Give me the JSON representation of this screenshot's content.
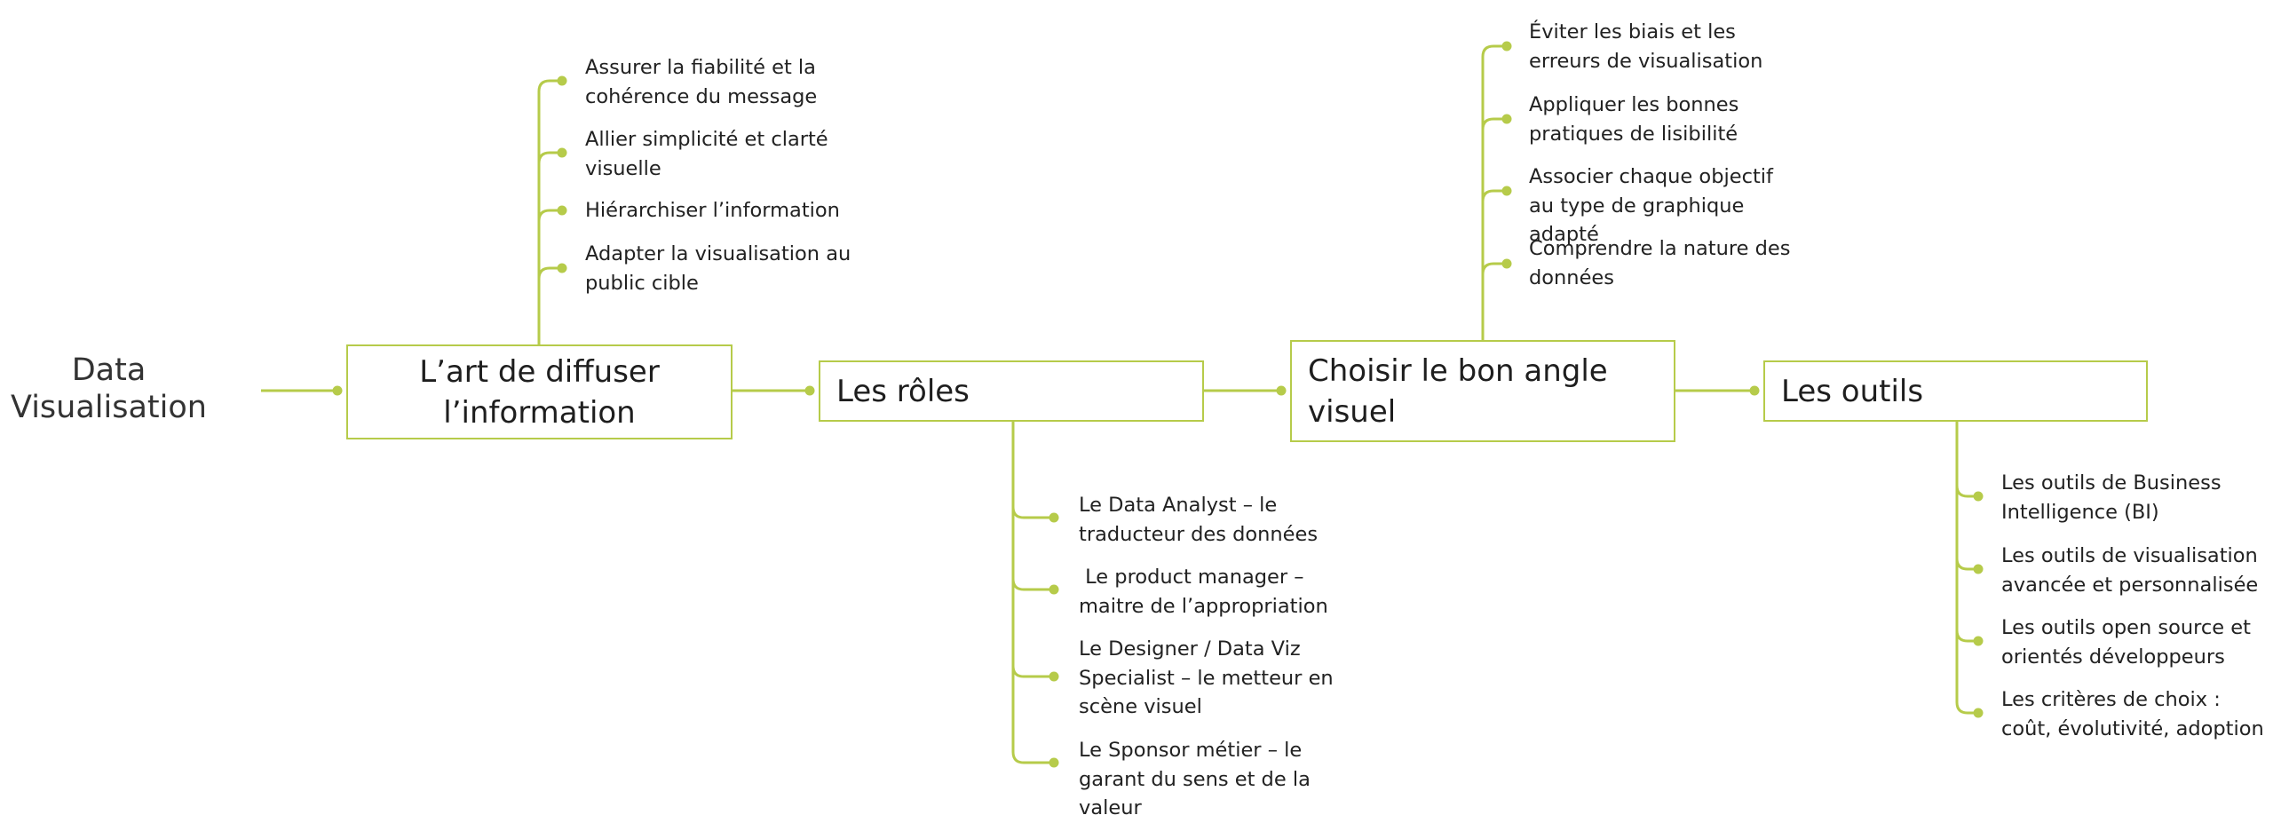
{
  "root": {
    "label": "Data Visualisation"
  },
  "colors": {
    "accent": "#b6cb4a"
  },
  "topics": [
    {
      "label": "L’art de diffuser l’information",
      "children": [
        "Assurer la fiabilité et la cohérence du message",
        "Allier simplicité et clarté visuelle",
        "Hiérarchiser l’information",
        "Adapter la visualisation au public cible"
      ]
    },
    {
      "label": "Les rôles",
      "children": [
        "Le Data Analyst – le traducteur des données",
        " Le product manager – maitre de l’appropriation",
        "Le Designer / Data Viz Specialist – le metteur en scène visuel",
        "Le Sponsor métier – le garant du sens et de la valeur"
      ]
    },
    {
      "label": "Choisir le bon angle visuel",
      "children": [
        "Éviter les biais et les erreurs de visualisation",
        "Appliquer les bonnes pratiques de lisibilité",
        "Associer chaque objectif au type de graphique adapté",
        "Comprendre la nature des données"
      ]
    },
    {
      "label": "Les outils",
      "children": [
        "Les outils de Business Intelligence (BI)",
        "Les outils de visualisation avancée et personnalisée",
        "Les outils open source et orientés développeurs",
        "Les critères de choix : coût, évolutivité, adoption"
      ]
    }
  ]
}
